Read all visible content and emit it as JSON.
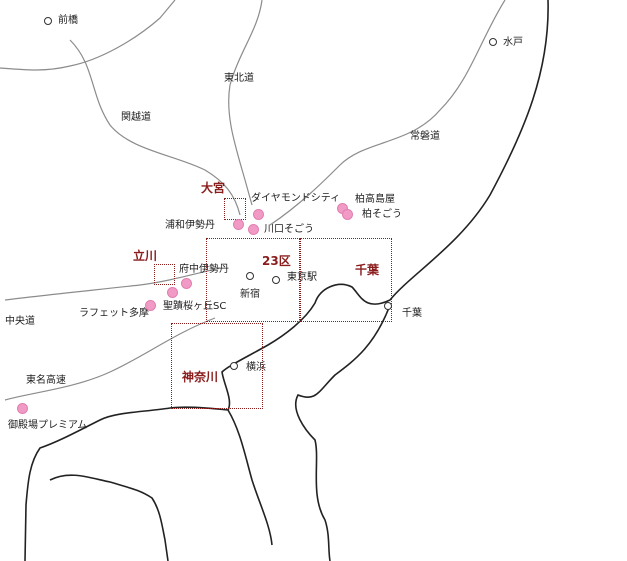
{
  "colors": {
    "road": "#8c8c8c",
    "coast": "#222222",
    "area_label": "#8a1c1c",
    "store_dot": "#f29ac6"
  },
  "roads": {
    "tohoku": "東北道",
    "kanetsu": "関越道",
    "joban": "常磐道",
    "chuo": "中央道",
    "tomei": "東名高速"
  },
  "areas": {
    "omiya": "大宮",
    "ku23": "23区",
    "chiba": "千葉",
    "tachikawa": "立川",
    "kanagawa": "神奈川"
  },
  "cities": {
    "maebashi": "前橋",
    "mito": "水戸",
    "shinjuku": "新宿",
    "tokyo_station": "東京駅",
    "chiba_city": "千葉",
    "yokohama": "横浜"
  },
  "stores": {
    "diamond_city": "ダイヤモンドシティ",
    "urawa_isetan": "浦和伊勢丹",
    "kawaguchi_sogo": "川口そごう",
    "kashiwa_takashimaya": "柏高島屋",
    "kashiwa_sogo": "柏そごう",
    "fuchu_isetan": "府中伊勢丹",
    "seiseki": "聖蹟桜ヶ丘SC",
    "lafete_tama": "ラフェット多摩",
    "gotemba": "御殿場プレミアム"
  }
}
